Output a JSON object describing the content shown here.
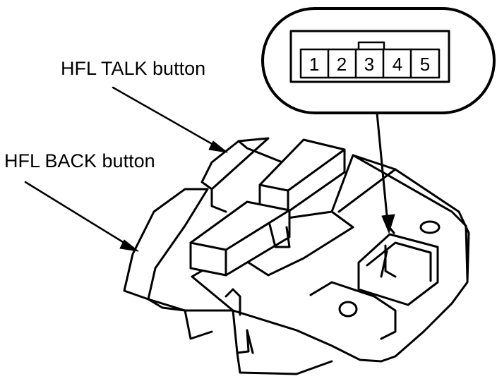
{
  "labels": {
    "talk": "HFL TALK button",
    "back": "HFL BACK button"
  },
  "connector": {
    "pins": [
      "1",
      "2",
      "3",
      "4",
      "5"
    ]
  }
}
